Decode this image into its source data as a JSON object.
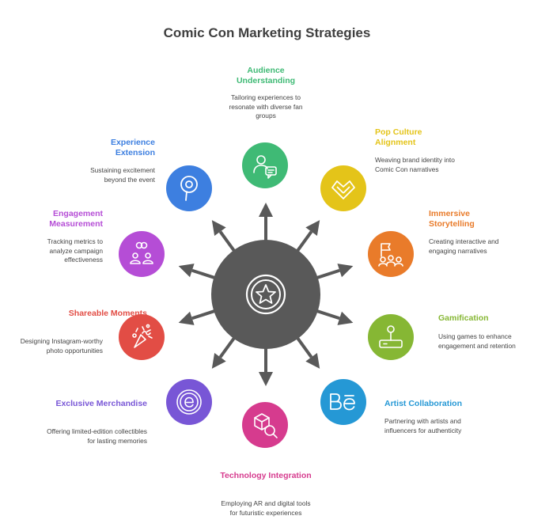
{
  "title": "Comic Con Marketing Strategies",
  "strategies": [
    {
      "label": "Audience Understanding",
      "description": "Tailoring experiences to resonate with diverse fan groups",
      "color": "#3fba75",
      "icon": "users-chat-icon"
    },
    {
      "label": "Pop Culture Alignment",
      "description": "Weaving brand identity into Comic Con narratives",
      "color": "#e4c419",
      "icon": "heart-chevron-icon"
    },
    {
      "label": "Immersive Storytelling",
      "description": "Creating interactive and engaging narratives",
      "color": "#e97b2a",
      "icon": "group-flag-icon"
    },
    {
      "label": "Gamification",
      "description": "Using games to enhance engagement and retention",
      "color": "#86b734",
      "icon": "joystick-icon"
    },
    {
      "label": "Artist Collaboration",
      "description": "Partnering with artists and influencers for authenticity",
      "color": "#2598d5",
      "icon": "behance-icon"
    },
    {
      "label": "Technology Integration",
      "description": "Employing AR and digital tools for futuristic experiences",
      "color": "#d63b8e",
      "icon": "box-search-icon"
    },
    {
      "label": "Exclusive Merchandise",
      "description": "Offering limited-edition collectibles for lasting memories",
      "color": "#7856d6",
      "icon": "e-badge-icon"
    },
    {
      "label": "Shareable Moments",
      "description": "Designing Instagram-worthy photo opportunities",
      "color": "#e24d45",
      "icon": "party-popper-icon"
    },
    {
      "label": "Engagement Measurement",
      "description": "Tracking metrics to analyze campaign effectiveness",
      "color": "#b54dd6",
      "icon": "people-link-icon"
    },
    {
      "label": "Experience Extension",
      "description": "Sustaining excitement beyond the event",
      "color": "#3d7fe0",
      "icon": "pin-icon"
    }
  ],
  "hub": {
    "icon": "star-icon",
    "color": "#565656"
  }
}
